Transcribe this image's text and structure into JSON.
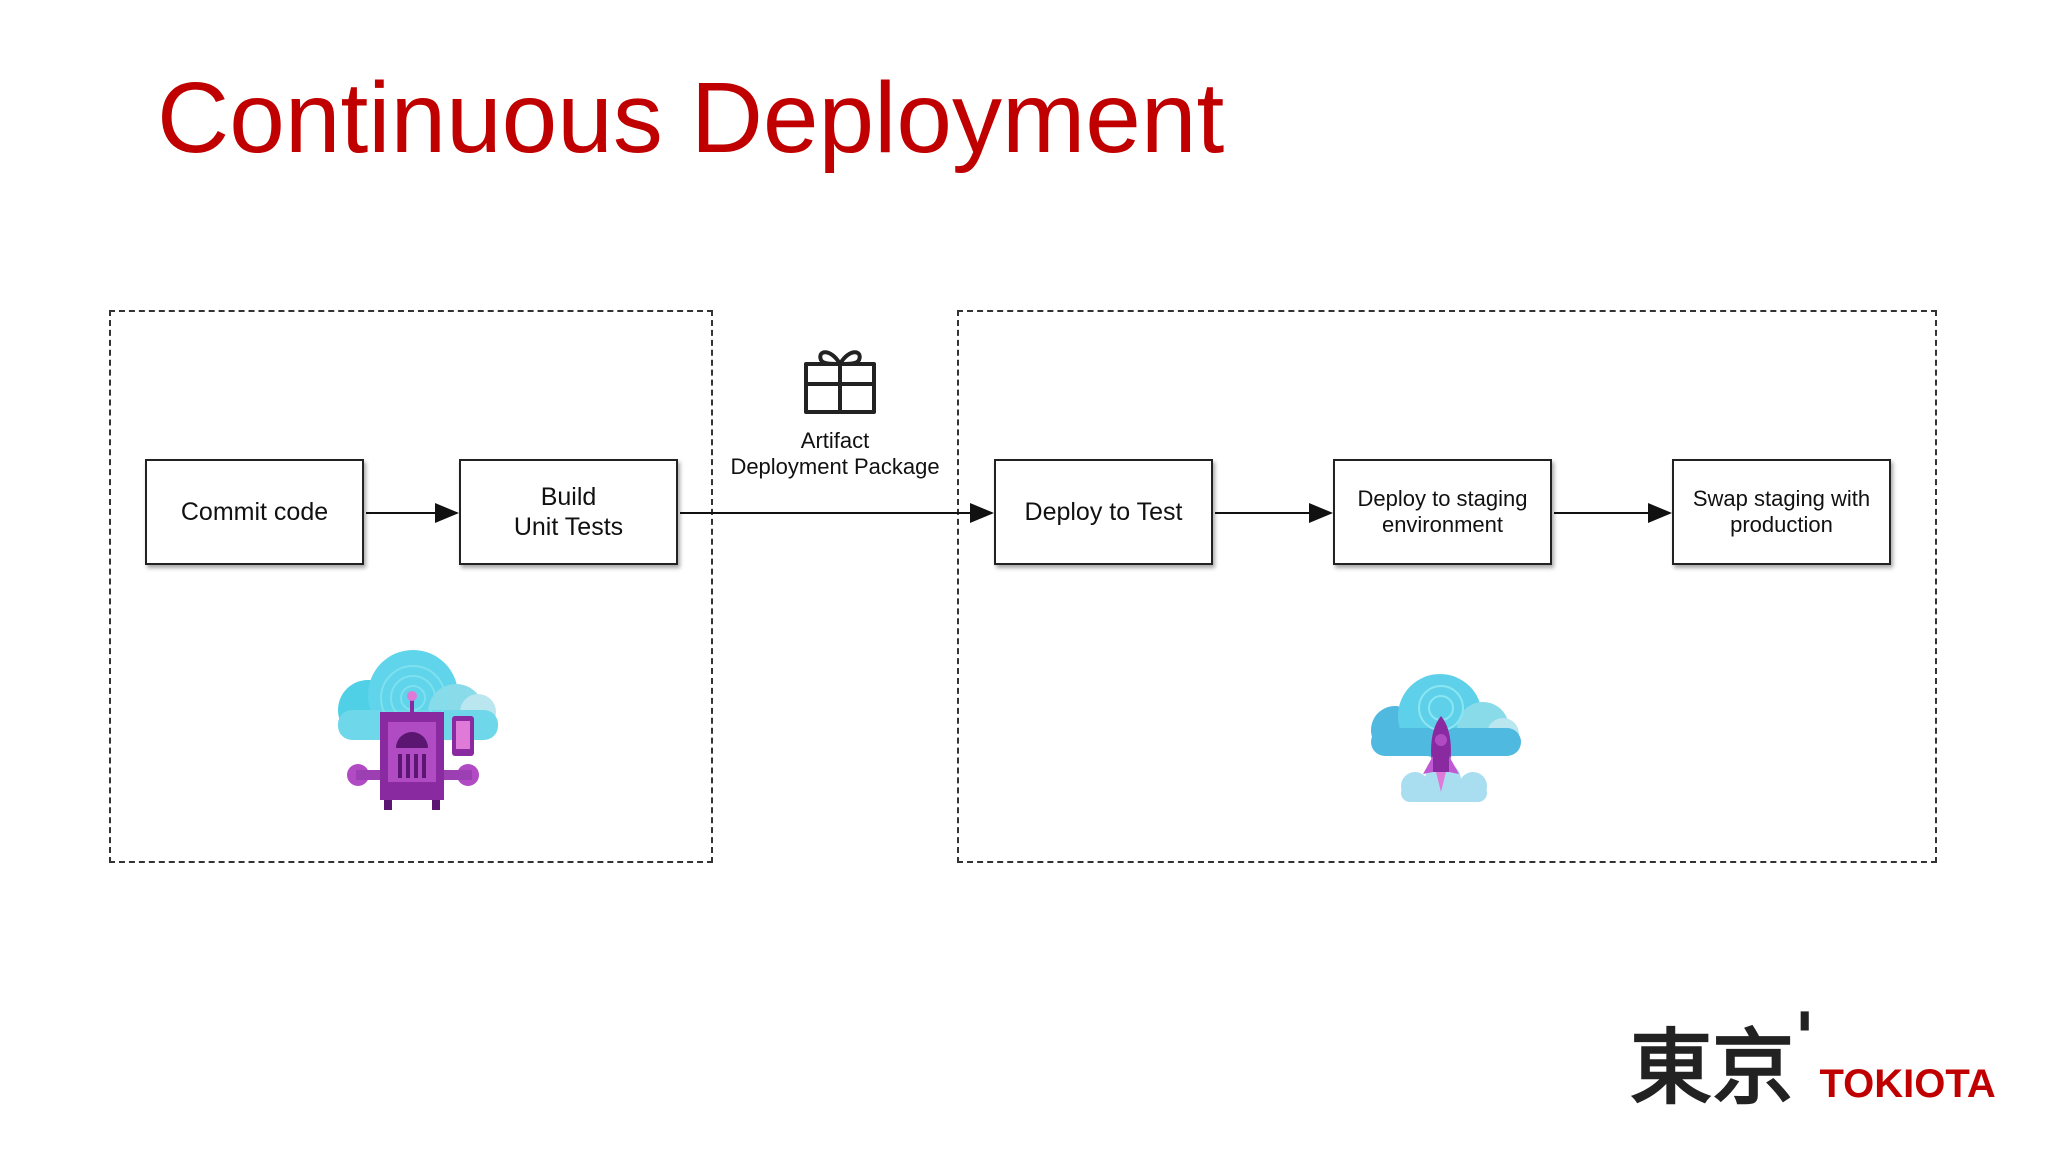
{
  "slide": {
    "title": "Continuous Deployment"
  },
  "diagram": {
    "steps": {
      "commit": "Commit code",
      "build": "Build\nUnit Tests",
      "deploy_test": "Deploy to Test",
      "deploy_staging": "Deploy to staging\nenvironment",
      "swap": "Swap staging with\nproduction"
    },
    "artifact_label": "Artifact\nDeployment Package",
    "icons": {
      "artifact": "gift-icon",
      "build_illustration": "cloud-factory-illustration",
      "deploy_illustration": "cloud-rocket-illustration"
    }
  },
  "logo": {
    "kanji": "東京",
    "tick": "'",
    "word": "TOKIOTA"
  },
  "colors": {
    "title": "#c00000",
    "logo_accent": "#c00000",
    "cloud": "#4fd0e6",
    "machine": "#8a2aa0"
  }
}
